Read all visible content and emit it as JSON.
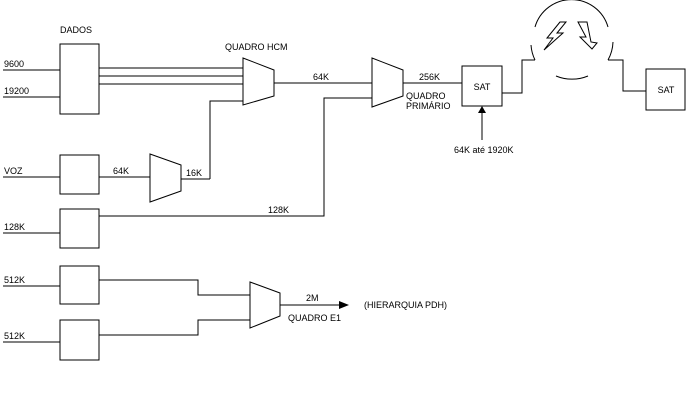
{
  "diagram": {
    "title_dados": "DADOS",
    "inputs": {
      "in_9600": "9600",
      "in_19200": "19200",
      "in_voz": "VOZ",
      "in_128k": "128K",
      "in_512k_a": "512K",
      "in_512k_b": "512K"
    },
    "mux_labels": {
      "quadro_hcm": "QUADRO HCM",
      "quadro_primario_line1": "QUADRO",
      "quadro_primario_line2": "PRIMÁRIO",
      "quadro_e1": "QUADRO E1"
    },
    "rates": {
      "voz_64k": "64K",
      "voz_16k": "16K",
      "hcm_64k": "64K",
      "path_128k": "128K",
      "primary_256k": "256K",
      "sat_range": "64K até 1920K",
      "e1_2m": "2M"
    },
    "sat_left": "SAT",
    "sat_right": "SAT",
    "pdh_note": "(HIERARQUIA PDH)"
  }
}
